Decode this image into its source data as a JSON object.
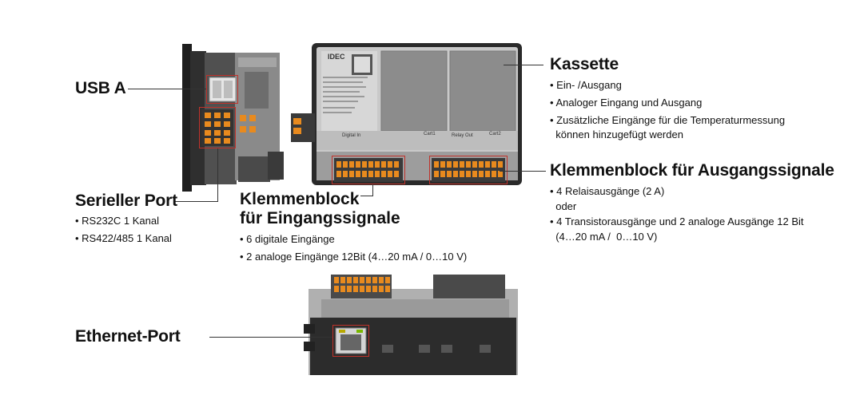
{
  "callouts": {
    "usb": {
      "title": "USB A"
    },
    "serial": {
      "title": "Serieller Port",
      "bullets": [
        "• RS232C 1 Kanal",
        "• RS422/485 1 Kanal"
      ]
    },
    "input_terminal": {
      "title_line1": "Klemmenblock",
      "title_line2": "für Eingangssignale",
      "bullets": [
        "• 6 digitale Eingänge",
        "• 2 analoge Eingänge 12Bit (4…20 mA / 0…10 V)"
      ]
    },
    "cassette": {
      "title": "Kassette",
      "bullets": [
        "• Ein- /Ausgang",
        "• Analoger Eingang und Ausgang",
        "• Zusätzliche Eingänge für die Temperaturmessung",
        "  können hinzugefügt werden"
      ]
    },
    "output_terminal": {
      "title": "Klemmenblock für Ausgangssignale",
      "bullets": [
        "• 4 Relaisausgänge (2 A)",
        "  oder",
        "• 4 Transistorausgänge und 2 analoge Ausgänge 12 Bit",
        "  (4…20 mA /  0…10 V)"
      ]
    },
    "ethernet": {
      "title": "Ethernet-Port"
    }
  },
  "device_labels": {
    "brand": "IDEC",
    "input_label": "Digital In",
    "relay_label": "Relay Out",
    "slot1": "Cart1",
    "slot2": "Cart2"
  },
  "colors": {
    "highlight": "#c0322b",
    "terminal": "#e88a1e",
    "housing": "#2b2b2b",
    "panel": "#9a9a9a"
  }
}
